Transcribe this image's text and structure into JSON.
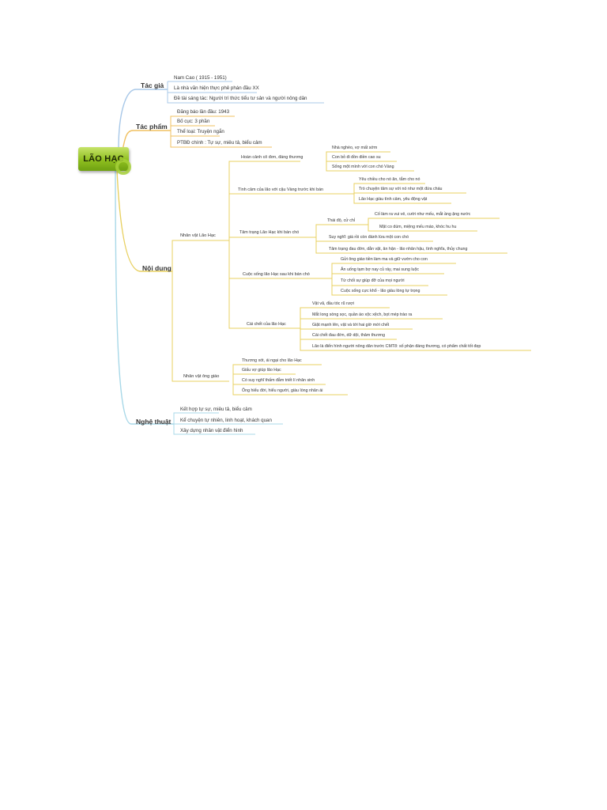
{
  "root": {
    "label": "LÃO HẠC"
  },
  "branches": {
    "tac_gia": {
      "label": "Tác giả",
      "items": [
        "Nam Cao ( 1915 - 1951)",
        "Là nhà văn hiện thực phê phán đầu XX",
        "Đề tài sáng tác: Người trí thức tiểu tư sản và người nông dân"
      ]
    },
    "tac_pham": {
      "label": "Tác phẩm",
      "items": [
        "Đăng báo lần đầu: 1943",
        "Bố cục: 3 phần",
        "Thể loại: Truyện ngắn",
        "PTBĐ chính : Tự sự, miêu tả, biểu cảm"
      ]
    },
    "noi_dung": {
      "label": "Nội dung",
      "lao_hac": {
        "label": "Nhân vật Lão Hạc",
        "hoan_canh": {
          "label": "Hoàn cảnh cô đơn, đáng thương",
          "items": [
            "Nhà nghèo, vợ mất sớm",
            "Con bỏ đi đồn điền cao su",
            "Sống một mình với con chó Vàng"
          ]
        },
        "tinh_cam": {
          "label": "Tình cảm của lão với cậu Vàng trước khi bán",
          "items": [
            "Yêu chiều cho nó ăn, tắm cho nó",
            "Trò chuyện tâm sự với nó như một đứa cháu",
            "Lão Hạc giàu tình cảm, yêu động vật"
          ]
        },
        "tam_trang": {
          "label": "Tâm trạng Lão Hạc khi bán chó",
          "thai_do": {
            "label": "Thái độ, cử chỉ",
            "items": [
              "Cố làm ra vui vẻ, cười như mếu, mắt ầng ậng nước",
              "Mặt co dúm, miệng mếu máo, khóc hu hu"
            ]
          },
          "items": [
            "Suy nghĩ: già rồi còn đánh lừa một con chó",
            "Tâm trạng đau đớn, dằn vặt, ân hận - lão nhân hậu, tình nghĩa, thủy chung"
          ]
        },
        "cuoc_song": {
          "label": "Cuộc sống lão Hạc sau khi bán chó",
          "items": [
            "Gửi ông giáo tiền làm ma và giữ vườn cho con",
            "Ăn uống tạm bợ nay củ ráy, mai sung luộc",
            "Từ chối sự giúp đỡ của mọi người",
            "Cuộc sống cực khổ - lão giàu lòng tự trọng"
          ]
        },
        "cai_chet": {
          "label": "Cái chết của lão Hạc",
          "items": [
            "Vật vã, đầu tóc rũ rượi",
            "Mắt long sòng sọc, quần áo xộc xệch, bọt mép trào ra",
            "Giật mạnh lên, vật và tới hai giờ mới chết",
            "Cái chết đau đớn, dữ dội, thảm thương",
            "Lão là điển hình người nông dân trước CMT8: số phận đáng thương, có phẩm chất tốt đẹp"
          ]
        }
      },
      "ong_giao": {
        "label": "Nhân vật ông giáo",
        "items": [
          "Thương xót, ái ngại cho lão Hạc",
          "Giấu vợ giúp lão Hạc",
          "Có suy nghĩ thấm đẫm triết lí nhân sinh",
          "Ông hiểu đời, hiểu người, giàu lòng nhân ái"
        ]
      }
    },
    "nghe_thuat": {
      "label": "Nghệ thuật",
      "items": [
        "Kết hợp tự sự, miêu tả, biểu cảm",
        "Kể chuyện tự nhiên, linh hoạt, khách quan",
        "Xây dựng nhân vật điển hình"
      ]
    }
  },
  "colors": {
    "root_fill": "#8fbf1f",
    "branch_tac_gia": "#a8c8e8",
    "branch_tac_pham": "#f0c060",
    "branch_noi_dung": "#e8d060",
    "branch_nghe_thuat": "#a8d8e8",
    "underline": "#b8b8b8"
  }
}
